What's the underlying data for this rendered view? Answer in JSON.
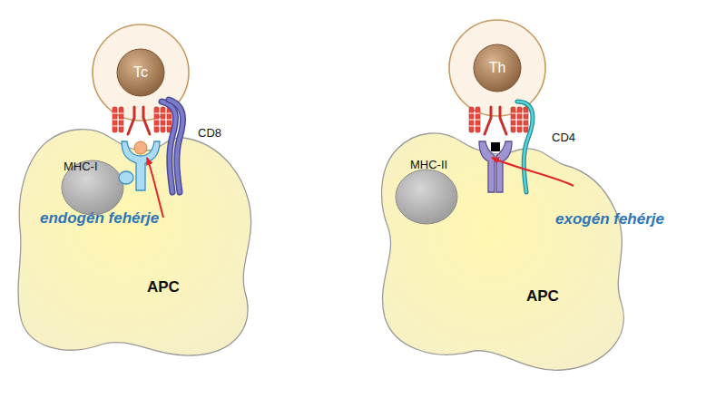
{
  "diagram": {
    "nodes": [
      {
        "text": [
          "Tc"
        ]
      },
      {
        "text": [
          "endogén fehérje",
          "APC"
        ]
      },
      {
        "text": [
          "Th"
        ]
      },
      {
        "text": [
          "APC"
        ]
      }
    ],
    "labels": [
      "MHC-I",
      "CD8",
      "MHC-II",
      "CD4",
      "exogén fehérje"
    ]
  }
}
